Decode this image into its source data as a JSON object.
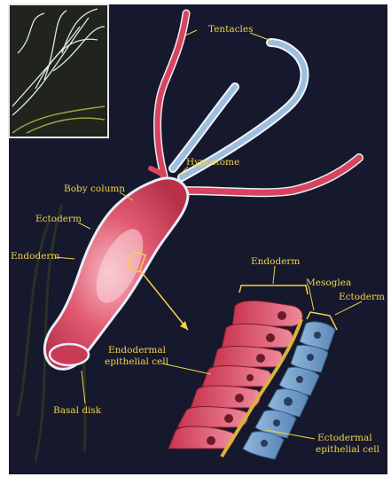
{
  "labels": {
    "tentacles": "Tentacles",
    "hypostome": "Hypostome",
    "body_column": "Boby column",
    "ectoderm_left": "Ectoderm",
    "endoderm_left": "Endoderm",
    "endoderm_top": "Endoderm",
    "mesoglea": "Mesoglea",
    "ectoderm_right": "Ectoderm",
    "endodermal_cell_line1": "Endodermal",
    "endodermal_cell_line2": "epithelial cell",
    "basal_disk": "Basal disk",
    "ectodermal_cell_line1": "Ectodermal",
    "ectodermal_cell_line2": "epithelial cell"
  },
  "colors": {
    "background": "#16182d",
    "body": "#d9445c",
    "tentacle_pale": "#a9c8e4",
    "label": "#f2d24a",
    "mesoglea": "#d9b23c"
  }
}
